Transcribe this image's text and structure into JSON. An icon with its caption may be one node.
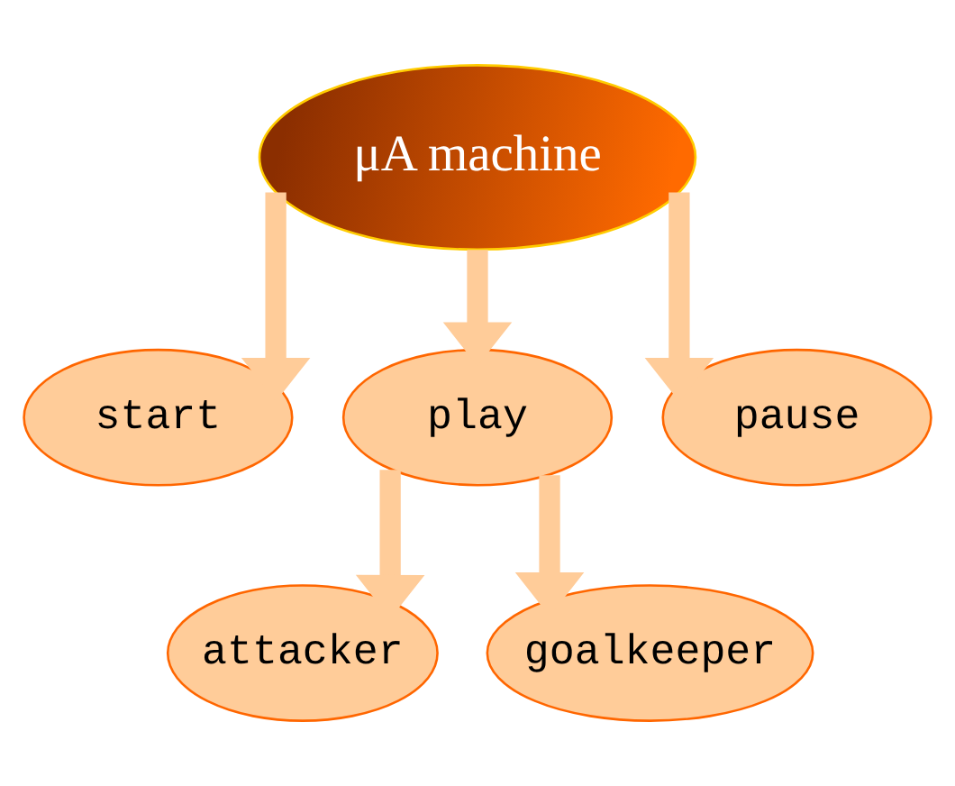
{
  "diagram": {
    "nodes": [
      {
        "text": [
          "μA machine"
        ]
      },
      {
        "text": [
          "start"
        ]
      },
      {
        "text": [
          "play"
        ]
      },
      {
        "text": [
          "pause"
        ]
      },
      {
        "text": [
          "attacker"
        ]
      },
      {
        "text": [
          "goalkeeper"
        ]
      }
    ],
    "edges": [
      {
        "from": 0,
        "to": 1,
        "arrow": "to"
      },
      {
        "from": 0,
        "to": 2,
        "arrow": "to"
      },
      {
        "from": 0,
        "to": 3,
        "arrow": "to"
      },
      {
        "from": 2,
        "to": 4,
        "arrow": "to"
      },
      {
        "from": 2,
        "to": 5,
        "arrow": "to"
      }
    ]
  }
}
